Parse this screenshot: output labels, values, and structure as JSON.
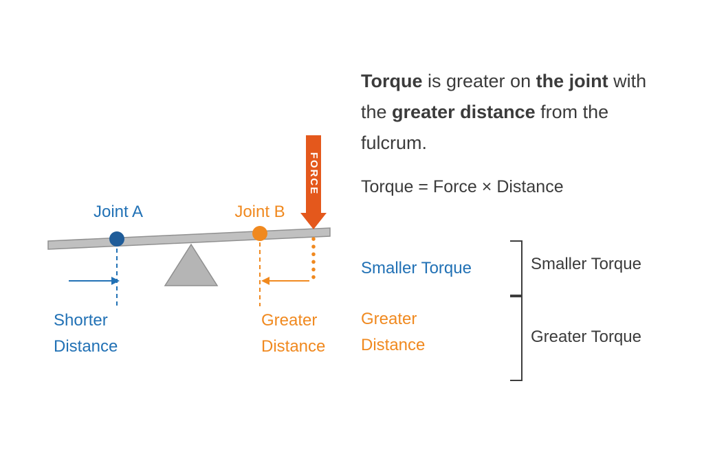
{
  "colors": {
    "blue": "#2171b5",
    "dark_blue_dot": "#1f5c99",
    "orange": "#f0891f",
    "force_arrow_orange": "#e4581c",
    "text_dark": "#3b3b3b",
    "lever_gray": "#c0c0c0",
    "fulcrum_gray": "#b5b5b5"
  },
  "diagram": {
    "joint_a_label": "Joint A",
    "joint_b_label": "Joint B",
    "force_label": "FORCE",
    "shorter_distance_label": "Shorter\nDistance",
    "greater_distance_label": "Greater\nDistance"
  },
  "explanation": {
    "segments": [
      {
        "text": "Torque",
        "bold": true
      },
      {
        "text": " is greater on ",
        "bold": false
      },
      {
        "text": "the joint",
        "bold": true
      },
      {
        "text": " with the ",
        "bold": false
      },
      {
        "text": "greater distance",
        "bold": true
      },
      {
        "text": " from the fulcrum.",
        "bold": false
      }
    ],
    "formula": "Torque = Force × Distance"
  },
  "comparison": {
    "rows": [
      {
        "label": "Smaller Torque",
        "result": "Smaller Torque"
      },
      {
        "label": "Greater\nDistance",
        "result": "Greater Torque"
      }
    ]
  }
}
